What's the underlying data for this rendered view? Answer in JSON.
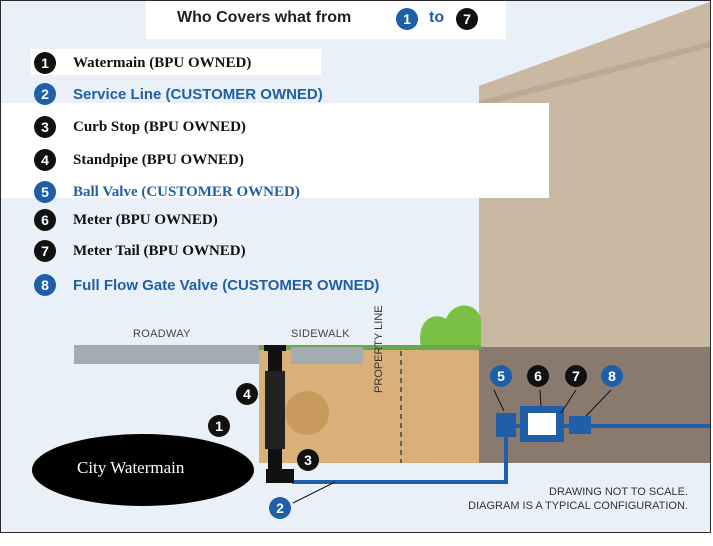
{
  "header": {
    "title": "Who Covers what from",
    "start_number": "1",
    "to_word": "to",
    "end_number": "7"
  },
  "legend": [
    {
      "number": "1",
      "label": "Watermain (BPU OWNED)"
    },
    {
      "number": "2",
      "label": "Service Line (CUSTOMER OWNED)"
    },
    {
      "number": "3",
      "label": "Curb Stop  (BPU OWNED)"
    },
    {
      "number": "4",
      "label": "Standpipe  (BPU OWNED)"
    },
    {
      "number": "5",
      "label": "Ball Valve (CUSTOMER OWNED)"
    },
    {
      "number": "6",
      "label": "Meter  (BPU OWNED)"
    },
    {
      "number": "7",
      "label": "Meter Tail  (BPU OWNED)"
    },
    {
      "number": "8",
      "label": "Full Flow Gate Valve (CUSTOMER OWNED)"
    }
  ],
  "diagram": {
    "roadway": "ROADWAY",
    "sidewalk": "SIDEWALK",
    "property_line": "PROPERTY LINE",
    "watermain": "City Watermain"
  },
  "markers": {
    "m1": "1",
    "m2": "2",
    "m3": "3",
    "m4": "4",
    "m5": "5",
    "m6": "6",
    "m7": "7",
    "m8": "8"
  },
  "notes": {
    "scale": "DRAWING NOT TO SCALE.",
    "config": "DIAGRAM IS A TYPICAL CONFIGURATION."
  },
  "colors": {
    "customer_blue": "#1f5fa8",
    "bpu_black": "#111111",
    "soil": "#d9b07a",
    "house": "#c9b9a3",
    "basement": "#8a7a6e",
    "grass": "#6aa84f"
  }
}
